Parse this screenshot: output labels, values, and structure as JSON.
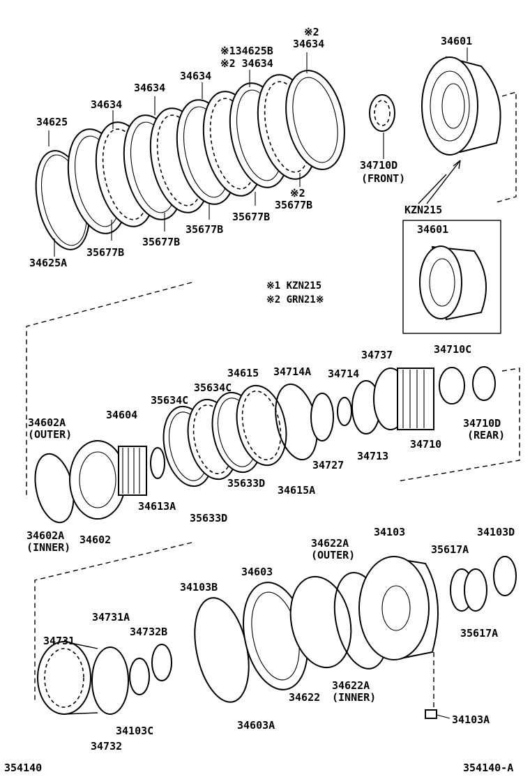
{
  "diagram_id_left": "354140",
  "diagram_id_right": "354140-A",
  "notes": {
    "note1": "※1 KZN215",
    "note2": "※2 GRN21※"
  },
  "inset": {
    "model": "KZN215",
    "part": "34601"
  },
  "labels": {
    "p34634_mark2": "※2\n34634",
    "p34625b_mark1": "※134625B",
    "p34634_mark2b": "※2 34634",
    "p34634_a": "34634",
    "p34634_b": "34634",
    "p34634_c": "34634",
    "p34625": "34625",
    "p34625a": "34625A",
    "p35677b_a": "35677B",
    "p35677b_b": "35677B",
    "p35677b_c": "35677B",
    "p35677b_d": "35677B",
    "p35677b_mark2": "※2\n35677B",
    "p34601": "34601",
    "p34710d_front": "34710D",
    "front": "(FRONT)",
    "p34602a_outer": "34602A",
    "outer_a": "(OUTER)",
    "p34604": "34604",
    "p35634c_a": "35634C",
    "p35634c_b": "35634C",
    "p34615": "34615",
    "p34714a": "34714A",
    "p34714": "34714",
    "p34737": "34737",
    "p34710c": "34710C",
    "p34710d_rear": "34710D",
    "rear": "(REAR)",
    "p34613a": "34613A",
    "p35633d_a": "35633D",
    "p35633d_b": "35633D",
    "p34615a": "34615A",
    "p34727": "34727",
    "p34713": "34713",
    "p34710": "34710",
    "p34602a_inner": "34602A",
    "inner_a": "(INNER)",
    "p34602": "34602",
    "p34622a_outer": "34622A",
    "outer_b": "(OUTER)",
    "p34103": "34103",
    "p34103d": "34103D",
    "p34103b": "34103B",
    "p34603": "34603",
    "p35617a_a": "35617A",
    "p35617a_b": "35617A",
    "p34731a": "34731A",
    "p34732b": "34732B",
    "p34731": "34731",
    "p34622": "34622",
    "p34622a_inner": "34622A",
    "inner_b": "(INNER)",
    "p34103c": "34103C",
    "p34732": "34732",
    "p34603a": "34603A",
    "p34103a": "34103A"
  }
}
